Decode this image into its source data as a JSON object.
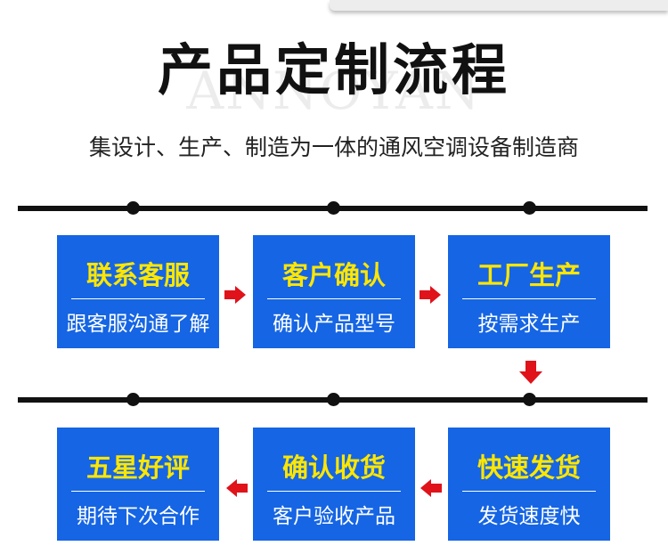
{
  "header": {
    "title": "产品定制流程",
    "watermark": "ANNOYAN",
    "subtitle": "集设计、生产、制造为一体的通风空调设备制造商"
  },
  "steps": [
    {
      "title": "联系客服",
      "desc": "跟客服沟通了解"
    },
    {
      "title": "客户确认",
      "desc": "确认产品型号"
    },
    {
      "title": "工厂生产",
      "desc": "按需求生产"
    },
    {
      "title": "快速发货",
      "desc": "发货速度快"
    },
    {
      "title": "确认收货",
      "desc": "客户验收产品"
    },
    {
      "title": "五星好评",
      "desc": "期待下次合作"
    }
  ],
  "colors": {
    "box": "#1565e4",
    "title_text": "#ffe600",
    "arrow": "#e0121a",
    "line": "#111111"
  }
}
